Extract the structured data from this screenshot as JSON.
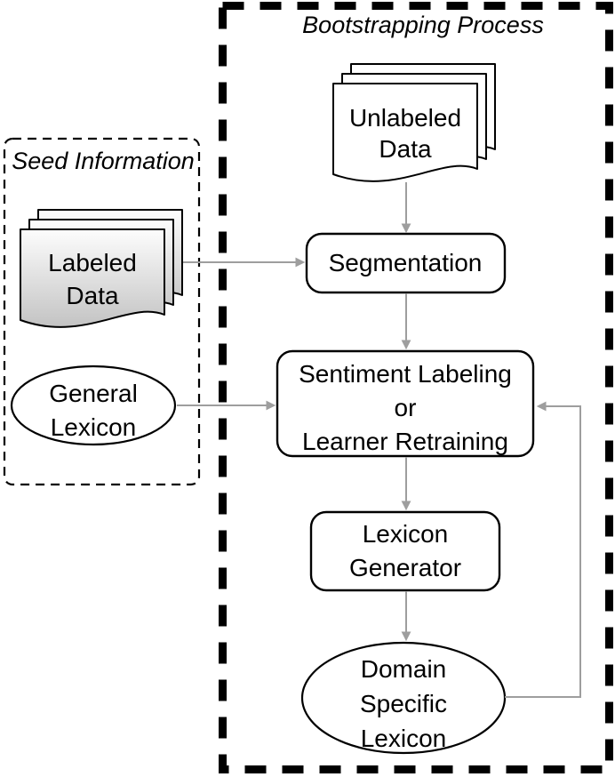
{
  "diagram": {
    "outer_box": {
      "title": "Bootstrapping Process"
    },
    "seed_box": {
      "title": "Seed Information"
    },
    "nodes": {
      "unlabeled_data": {
        "shape": "document-stack",
        "lines": [
          "Unlabeled",
          "Data"
        ]
      },
      "labeled_data": {
        "shape": "document-stack",
        "lines": [
          "Labeled",
          "Data"
        ]
      },
      "general_lexicon": {
        "shape": "ellipse",
        "lines": [
          "General",
          "Lexicon"
        ]
      },
      "segmentation": {
        "shape": "rounded-rect",
        "label": "Segmentation"
      },
      "sentiment_labeling": {
        "shape": "rounded-rect",
        "lines": [
          "Sentiment Labeling",
          "or",
          "Learner Retraining"
        ]
      },
      "lexicon_generator": {
        "shape": "rounded-rect",
        "lines": [
          "Lexicon",
          "Generator"
        ]
      },
      "domain_specific_lexicon": {
        "shape": "ellipse",
        "lines": [
          "Domain",
          "Specific",
          "Lexicon"
        ]
      }
    },
    "edges": [
      {
        "from": "unlabeled_data",
        "to": "segmentation"
      },
      {
        "from": "labeled_data",
        "to": "segmentation"
      },
      {
        "from": "segmentation",
        "to": "sentiment_labeling"
      },
      {
        "from": "general_lexicon",
        "to": "sentiment_labeling"
      },
      {
        "from": "sentiment_labeling",
        "to": "lexicon_generator"
      },
      {
        "from": "lexicon_generator",
        "to": "domain_specific_lexicon"
      },
      {
        "from": "domain_specific_lexicon",
        "to": "sentiment_labeling",
        "kind": "feedback-loop"
      }
    ],
    "colors": {
      "background": "#ffffff",
      "text": "#000000",
      "shape_border": "#000000",
      "arrow": "#9e9e9e",
      "document_fill_top": "#fdfdfd",
      "document_fill_bottom": "#c3c3c3"
    }
  }
}
